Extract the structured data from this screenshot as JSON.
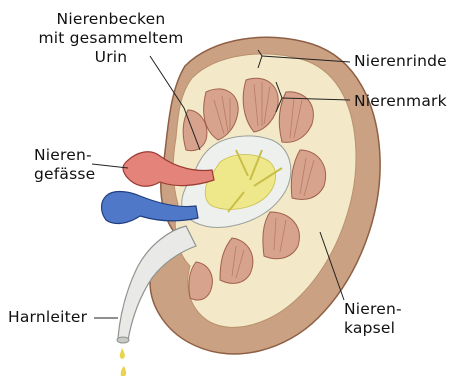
{
  "labels": {
    "nierenbecken": [
      "Nierenbecken",
      "mit gesammeltem",
      "Urin"
    ],
    "nierenrinde": "Nierenrinde",
    "nierenmark": "Nierenmark",
    "nierengefaesse": [
      "Nieren-",
      "gefässe"
    ],
    "harnleiter": "Harnleiter",
    "nierenkapsel": [
      "Nieren-",
      "kapsel"
    ]
  },
  "colors": {
    "capsule": "#caa182",
    "capsule_dark": "#a8785a",
    "cortex": "#f3e8c8",
    "medulla": "#d7a38c",
    "medulla_stripe": "#b87b66",
    "pelvis": "#eef0ee",
    "urine": "#efe88a",
    "artery": "#e4837a",
    "vein": "#4f79c8",
    "ureter": "#e9eae8",
    "drop": "#e8d34a"
  }
}
